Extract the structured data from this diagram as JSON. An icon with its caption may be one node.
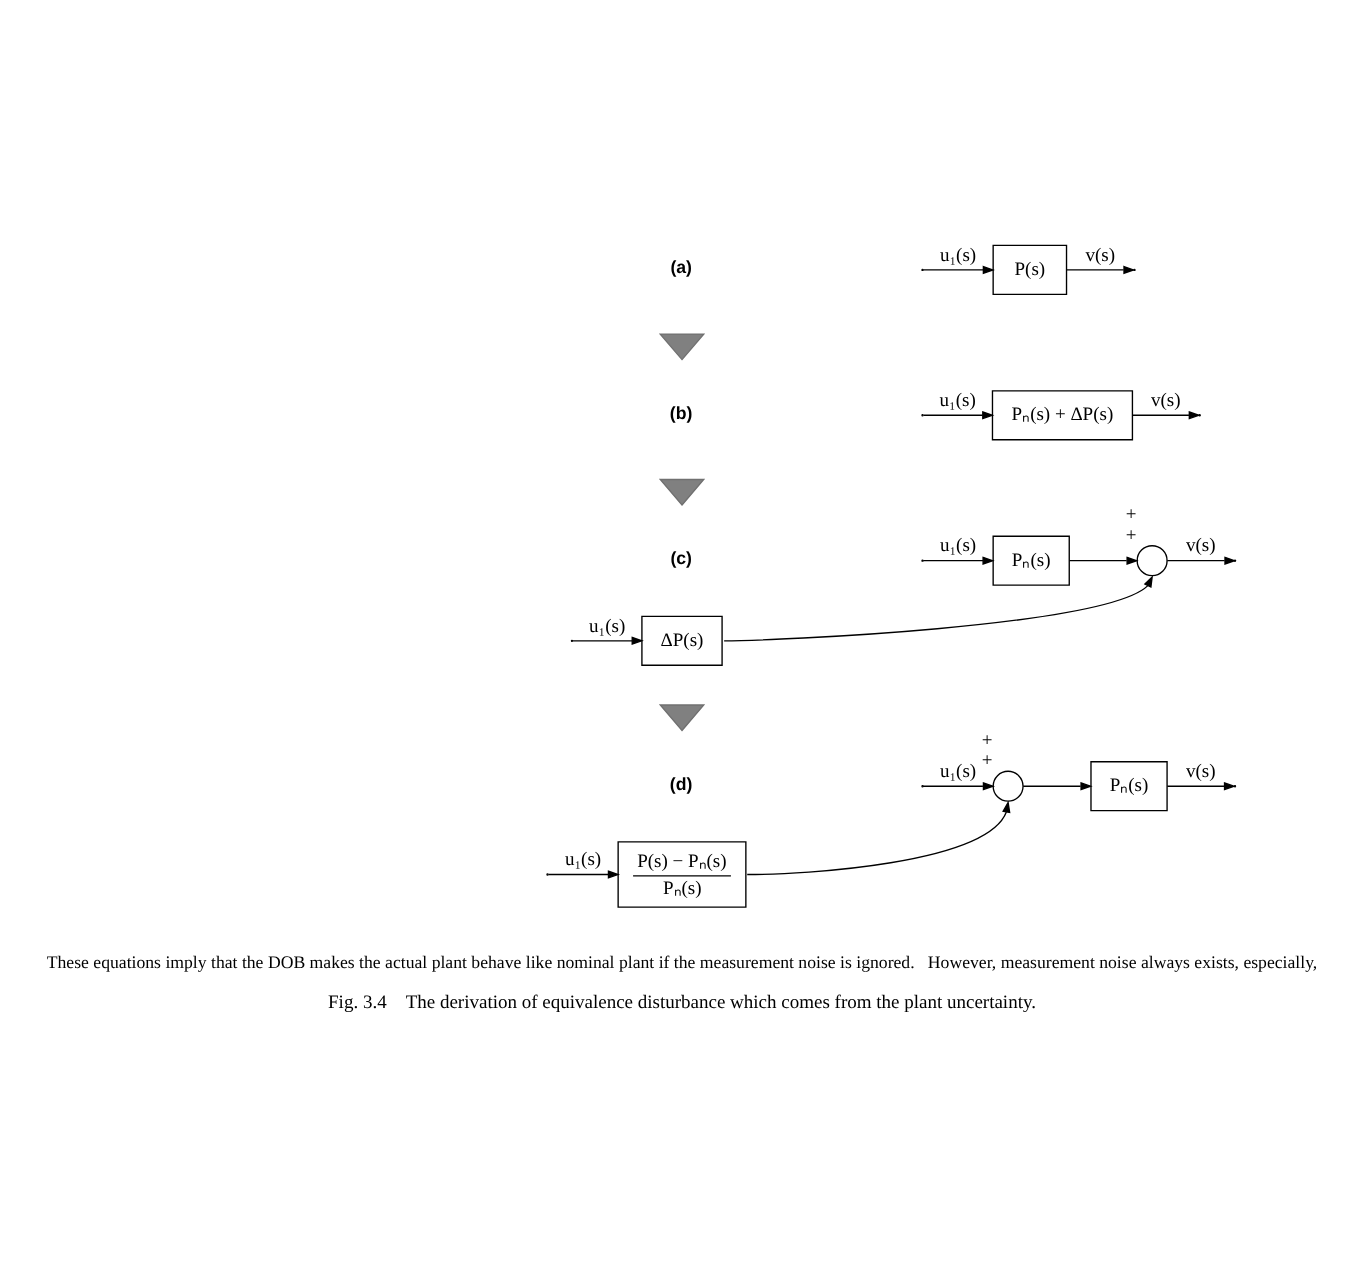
{
  "diagram": {
    "caption": "Fig. 3.4    The derivation of equivalence disturbance which comes from the plant uncertainty.",
    "nodes": [
      {
        "text": [
          "P(s)"
        ]
      },
      {
        "text": [
          "Pₙ(s) + ΔP(s)"
        ]
      },
      {
        "text": [
          "Pₙ(s)"
        ]
      },
      {
        "text": [
          "ΔP(s)"
        ]
      },
      {
        "text": [],
        "shape": "circle",
        "beside": [
          "+",
          "+"
        ]
      },
      {
        "text": [],
        "shape": "circle",
        "beside": [
          "+",
          "+"
        ]
      },
      {
        "text": [
          "Pₙ(s)"
        ]
      },
      {
        "text": [
          "P(s) − Pₙ(s)",
          "Pₙ(s)"
        ]
      }
    ],
    "edges": [
      {
        "from": null,
        "to": 0,
        "arrow": "to",
        "label": "u₁(s)"
      },
      {
        "from": 0,
        "to": null,
        "arrow": "to",
        "label": "v(s)"
      },
      {
        "from": null,
        "to": 1,
        "arrow": "to",
        "label": "u₁(s)"
      },
      {
        "from": 1,
        "to": null,
        "arrow": "to",
        "label": "v(s)"
      },
      {
        "from": null,
        "to": 2,
        "arrow": "to",
        "label": "u₁(s)"
      },
      {
        "from": null,
        "to": 3,
        "arrow": "to",
        "label": "u₁(s)"
      },
      {
        "from": 2,
        "to": 4,
        "arrow": "to"
      },
      {
        "from": 3,
        "to": 4,
        "arrow": "to"
      },
      {
        "from": 4,
        "to": null,
        "arrow": "to",
        "label": "v(s)"
      },
      {
        "from": null,
        "to": 5,
        "arrow": "to",
        "label": "u₁(s)"
      },
      {
        "from": 5,
        "to": 6,
        "arrow": "to"
      },
      {
        "from": 6,
        "to": null,
        "arrow": "to",
        "label": "v(s)"
      },
      {
        "from": null,
        "to": 7,
        "arrow": "to",
        "label": "u₁(s)"
      },
      {
        "from": 7,
        "to": 5,
        "arrow": "to"
      }
    ],
    "labels": [
      "(a)",
      "(b)",
      "(c)",
      "(d)",
      "These equations imply that the DOB makes the actual plant behave like nominal plant if the measurement noise is ignored.   However, measurement noise always exists, especially,"
    ]
  }
}
